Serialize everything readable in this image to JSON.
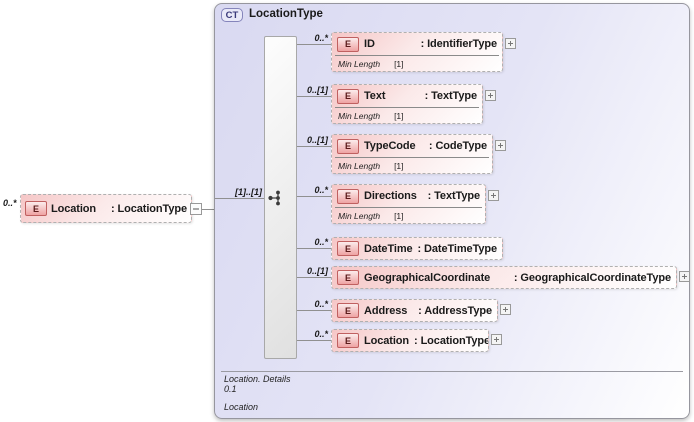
{
  "icons": {
    "element_badge": "E",
    "complex_type_badge": "CT"
  },
  "colors": {
    "element_fill": "#f5c6c6",
    "element_border": "#c06060",
    "panel_fill": "#dcdcf2",
    "panel_border": "#96969e",
    "connector": "#909090"
  },
  "root_element": {
    "cardinality": "0..*",
    "name": "Location",
    "type_label": ": LocationType"
  },
  "complex_type": {
    "title": "LocationType",
    "sequence_cardinality": "[1]..[1]",
    "children": [
      {
        "cardinality": "0..*",
        "name": "ID",
        "type_label": ": IdentifierType",
        "facet_label": "Min Length",
        "facet_value": "[1]"
      },
      {
        "cardinality": "0..[1]",
        "name": "Text",
        "type_label": ": TextType",
        "facet_label": "Min Length",
        "facet_value": "[1]"
      },
      {
        "cardinality": "0..[1]",
        "name": "TypeCode",
        "type_label": ": CodeType",
        "facet_label": "Min Length",
        "facet_value": "[1]"
      },
      {
        "cardinality": "0..*",
        "name": "Directions",
        "type_label": ": TextType",
        "facet_label": "Min Length",
        "facet_value": "[1]"
      },
      {
        "cardinality": "0..*",
        "name": "DateTime",
        "type_label": ": DateTimeType"
      },
      {
        "cardinality": "0..[1]",
        "name": "GeographicalCoordinate",
        "type_label": ": GeographicalCoordinateType"
      },
      {
        "cardinality": "0..*",
        "name": "Address",
        "type_label": ": AddressType"
      },
      {
        "cardinality": "0..*",
        "name": "Location",
        "type_label": ": LocationType"
      }
    ],
    "footer": {
      "line1": "Location. Details",
      "line2": "0.1",
      "line3": "Location"
    }
  }
}
